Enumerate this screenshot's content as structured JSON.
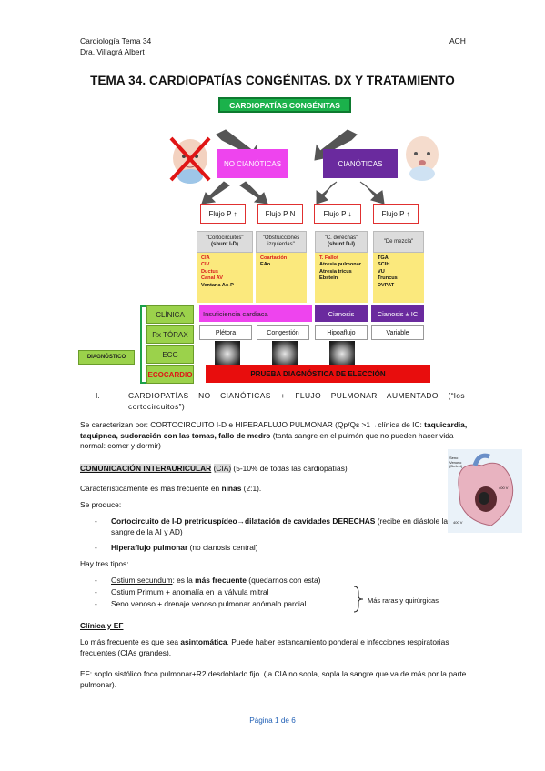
{
  "header": {
    "course": "Cardiología Tema 34",
    "author": "Dra. Villagrá Albert",
    "initials": "ACH"
  },
  "title": "TEMA 34. CARDIOPATÍAS CONGÉNITAS. DX Y TRATAMIENTO",
  "diagram": {
    "root": "CARDIOPATÍAS CONGÉNITAS",
    "no_cianoticas": "NO CIANÓTICAS",
    "cianoticas": "CIANÓTICAS",
    "flujos": [
      "Flujo P ↑",
      "Flujo P N",
      "Flujo P ↓",
      "Flujo P ↑"
    ],
    "types": [
      {
        "name": "\"Cortocircuitos\"",
        "sub": "(shunt I-D)"
      },
      {
        "name": "\"Obstrucciones izquierdas\"",
        "sub": ""
      },
      {
        "name": "\"C. derechas\"",
        "sub": "(shunt D-I)"
      },
      {
        "name": "\"De mezcla\"",
        "sub": ""
      }
    ],
    "lists": [
      {
        "red": [
          "CIA",
          "CIV",
          "Ductus",
          "Canal AV"
        ],
        "black": [
          "Ventana Ao-P"
        ]
      },
      {
        "red": [
          "Coartación"
        ],
        "black": [
          "EAo"
        ]
      },
      {
        "red": [
          "T. Fallot"
        ],
        "black": [
          "Atresia pulmonar",
          "Atresia tricus",
          "Ebstein"
        ]
      },
      {
        "red": [],
        "black": [
          "TGA",
          "SCIH",
          "VU",
          "Truncus",
          "DVPAT"
        ]
      }
    ],
    "rows": [
      "CLÍNICA",
      "Rx TÓRAX",
      "ECG",
      "ECOCARDIO"
    ],
    "diagnostico": "DIAGNÓSTICO",
    "clinica": [
      "Insuficiencia cardiaca",
      "Cianosis",
      "Cianosis ± IC"
    ],
    "rx": [
      "Plétora",
      "Congestión",
      "Hipoaflujo",
      "Variable"
    ],
    "eco": "PRUEBA DIAGNÓSTICA DE ELECCIÓN"
  },
  "section1": {
    "num": "I.",
    "text": "CARDIOPATÍAS NO CIANÓTICAS + FLUJO PULMONAR AUMENTADO (“los cortocircuitos”)"
  },
  "para1": {
    "a": "Se caracterizan por: CORTOCIRCUITO I-D e HIPERAFLUJO PULMONAR (Qp/Qs >1",
    "arrow": "→",
    "b": "clínica de IC:",
    "bold": "taquicardia, taquipnea, sudoración con las tomas, fallo de medro",
    "c": " (tanta sangre en el pulmón que no pueden hacer vida normal: comer y dormir)"
  },
  "cia": {
    "title": "COMUNICACIÓN INTERAURICULAR",
    "abbr": "(CIA)",
    "pct": " (5-10% de todas las cardiopatías)"
  },
  "heart_labels": [
    "Seno Venoso (Defect)",
    "400 V",
    "400 V"
  ],
  "frequency": {
    "a": "Característicamente es más frecuente en ",
    "b": "niñas",
    "c": " (2:1)."
  },
  "produce": "Se produce:",
  "bullets1": [
    {
      "bold": "Cortocircuito de I-D pretricuspídeo→dilatación de cavidades DERECHAS",
      "rest": " (recibe en diástole la sangre de la AI y AD)"
    },
    {
      "bold": "Hiperaflujo pulmonar",
      "rest": " (no cianosis central)"
    }
  ],
  "tipos": "Hay tres tipos:",
  "bullets2": [
    {
      "u": "Ostium secundum",
      "mid": ": es la ",
      "bold": "más frecuente",
      "rest": " (quedarnos con esta)"
    },
    {
      "u": "",
      "mid": "Ostium Primum + anomalía en la válvula mitral",
      "bold": "",
      "rest": ""
    },
    {
      "u": "",
      "mid": "Seno venoso + drenaje venoso pulmonar anómalo parcial",
      "bold": "",
      "rest": ""
    }
  ],
  "brace_note": "Más raras y quirúrgicas",
  "clinica_title": "Clínica y EF",
  "para2": {
    "a": "Lo más frecuente es que sea ",
    "b": "asintomática",
    "c": ". Puede haber estancamiento ponderal e infecciones respiratorias frecuentes (CIAs grandes)."
  },
  "para3": "EF: soplo sistólico foco pulmonar+R2 desdoblado fijo. (la CIA no sopla, sopla la sangre que va de más por la parte pulmonar).",
  "footer": "Página 1 de 6"
}
